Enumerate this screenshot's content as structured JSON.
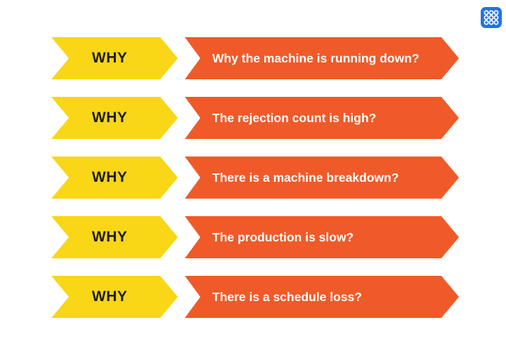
{
  "page": {
    "background": "#ffffff",
    "description_title": "5 Whys diagram"
  },
  "colors": {
    "why_arrow": "#F9D616",
    "why_text": "#1c1c1c",
    "question_arrow": "#F05A28",
    "question_text": "#ffffff",
    "apps_icon_blue": "#2272E8",
    "apps_icon_dots": "#ffffff"
  },
  "header": {
    "apps_icon": "grid-of-dots-app-icon"
  },
  "rows": [
    {
      "label": "WHY",
      "question": "Why the machine is running down?"
    },
    {
      "label": "WHY",
      "question": "The rejection count is high?"
    },
    {
      "label": "WHY",
      "question": "There is a machine breakdown?"
    },
    {
      "label": "WHY",
      "question": "The production is slow?"
    },
    {
      "label": "WHY",
      "question": "There is a schedule loss?"
    }
  ]
}
